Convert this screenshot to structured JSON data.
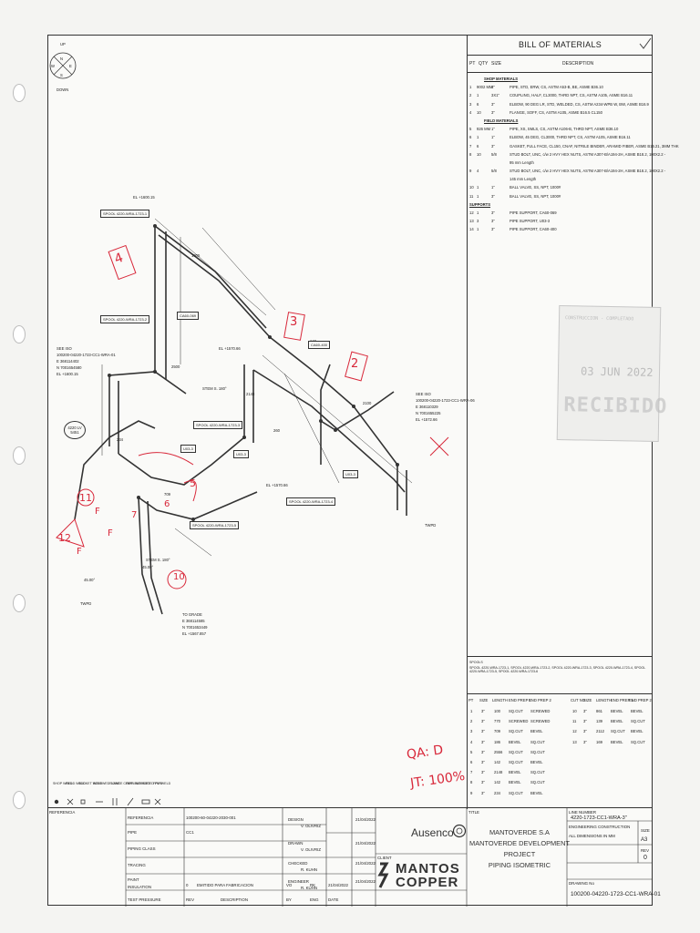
{
  "north": {
    "up": "UP",
    "down": "DOWN",
    "n": "N",
    "e": "E",
    "s": "S",
    "w": "W"
  },
  "bom": {
    "title": "BILL OF MATERIALS",
    "headers": {
      "pt": "PT",
      "qty": "QTY",
      "size": "SIZE",
      "desc": "DESCRIPTION"
    },
    "shop_title": "SHOP MATERIALS",
    "shop": [
      {
        "pt": "1",
        "qty": "9002 MM",
        "size": "3\"",
        "desc": "PIPE, STD, ERW, CS, ASTM A53-B, BE, ASME B36.10"
      },
      {
        "pt": "2",
        "qty": "1",
        "size": "3X1\"",
        "desc": "COUPLING, HALF, CL3000, THRD NPT, CS, ASTM A105, ASME B16.11"
      },
      {
        "pt": "3",
        "qty": "6",
        "size": "3\"",
        "desc": "ELBOW, 90 DEG LR, STD, WELDED, CS, ASTM A234-WPB W, BW, ASME B16.9"
      },
      {
        "pt": "4",
        "qty": "10",
        "size": "3\"",
        "desc": "FLANGE, SOFF, CS, ASTM A105, ASME B16.5 CL150"
      }
    ],
    "field_title": "FIELD MATERIALS",
    "field": [
      {
        "pt": "5",
        "qty": "926 MM",
        "size": "1\"",
        "desc": "PIPE, XS, SMLS, CS, ASTM A106-B, THRD NPT, ASME B36.10"
      },
      {
        "pt": "6",
        "qty": "1",
        "size": "1\"",
        "desc": "ELBOW, 45 DEG, CL3000, THRD NPT, CS, ASTM A105, ASME B16.11"
      },
      {
        "pt": "7",
        "qty": "6",
        "size": "3\"",
        "desc": "GASKET, FULL FACE, CL150, CNAF, NITRILE BINDER, ARAMID FIBER, ASME B16.21, 3MM THK"
      },
      {
        "pt": "8",
        "qty": "10",
        "size": "5/8",
        "desc": "STUD BOLT, UNC, c/w 2 HVY HEX NUTS, ASTM A307-B/A194-2H, ASME B18.2, 100X2.2 -"
      },
      {
        "pt": "",
        "qty": "",
        "size": "",
        "desc": "95 mm Length"
      },
      {
        "pt": "9",
        "qty": "4",
        "size": "5/8",
        "desc": "STUD BOLT, UNC, c/w 2 HVY HEX NUTS, ASTM A307-B/A194-2H, ASME B18.2, 100X2.2 -"
      },
      {
        "pt": "",
        "qty": "",
        "size": "",
        "desc": "145 mm Length"
      },
      {
        "pt": "10",
        "qty": "1",
        "size": "1\"",
        "desc": "BALL VALVE, SS, NPT, 1000#"
      },
      {
        "pt": "11",
        "qty": "1",
        "size": "3\"",
        "desc": "BALL VALVE, SS, NPT, 1000#"
      }
    ],
    "supports_title": "SUPPORTS",
    "supports": [
      {
        "pt": "12",
        "qty": "1",
        "size": "3\"",
        "desc": "PIPE SUPPORT, CA60-069"
      },
      {
        "pt": "13",
        "qty": "3",
        "size": "3\"",
        "desc": "PIPE SUPPORT, U03-3"
      },
      {
        "pt": "14",
        "qty": "1",
        "size": "3\"",
        "desc": "PIPE SUPPORT, CA60-400"
      }
    ]
  },
  "stamp": {
    "line1": "CONSTRUCCION - COMPLETADO",
    "date": "03 JUN 2022",
    "word": "RECIBIDO"
  },
  "spools": {
    "title": "SPOOLS",
    "list": "SPOOL 4220-WRA-1723-1, SPOOL 4220-WRA-1723-2, SPOOL 4220-WRA-1723-3, SPOOL 4220-WRA-1723-4, SPOOL 4220-WRA-1723-5, SPOOL 4220-WRA-1723-6",
    "headers": [
      "PT",
      "SIZE",
      "LENGTH",
      "END PREP 1",
      "END PREP 2",
      "CUT NO",
      "SIZE",
      "LENGTH",
      "END PREP 1",
      "END PREP 2"
    ],
    "left": [
      [
        "1",
        "3\"",
        "100",
        "SQ.CUT",
        "SCREWED"
      ],
      [
        "2",
        "3\"",
        "770",
        "SCREWED",
        "SCREWED"
      ],
      [
        "3",
        "3\"",
        "709",
        "SQ.CUT",
        "BEVEL"
      ],
      [
        "4",
        "3\"",
        "186",
        "BEVEL",
        "SQ.CUT"
      ],
      [
        "5",
        "3\"",
        "2556",
        "SQ.CUT",
        "SQ.CUT"
      ],
      [
        "6",
        "3\"",
        "142",
        "SQ.CUT",
        "BEVEL"
      ],
      [
        "7",
        "3\"",
        "2148",
        "BEVEL",
        "SQ.CUT"
      ],
      [
        "8",
        "3\"",
        "142",
        "BEVEL",
        "SQ.CUT"
      ],
      [
        "9",
        "3\"",
        "234",
        "SQ.CUT",
        "BEVEL"
      ]
    ],
    "right": [
      [
        "10",
        "3\"",
        "861",
        "BEVEL",
        "BEVEL"
      ],
      [
        "11",
        "3\"",
        "139",
        "BEVEL",
        "SQ.CUT"
      ],
      [
        "12",
        "3\"",
        "2112",
        "SQ.CUT",
        "BEVEL"
      ],
      [
        "13",
        "3\"",
        "169",
        "BEVEL",
        "SQ.CUT"
      ]
    ]
  },
  "legend": [
    "SHOP WELD",
    "FIELD WELD",
    "SOCKET WELD",
    "SCREWED JOINT",
    "FLANGE COUPLING",
    "PIPE SUPPORT",
    "LAGGED PIPE",
    "FFW WELD"
  ],
  "iso": {
    "spool1": "SPOOL 4220-WRA-1723-1",
    "spool2": "SPOOL 4220-WRA-1723-2",
    "spool3": "SPOOL 4220-WRA-1723-3",
    "spool4": "SPOOL 4220-WRA-1723-4",
    "spool5": "SPOOL 4220-WRA-1723-5",
    "el_top": "EL +1600.15",
    "see_iso_left": "SEE ISO",
    "see_iso_left_ref": "100200-04220-1723-CC1-WRA-01",
    "coord_e1": "E 368114402",
    "coord_n1": "N 7001654580",
    "el_left": "EL +1600.15",
    "see_iso_right": "SEE ISO",
    "see_iso_right_ref": "100200-04220-1723-CC1-WRA-06",
    "coord_e2": "E 368110329",
    "coord_n2": "N 7001655225",
    "el_right": "EL +1572.66",
    "tag": "4220 LV 5451",
    "el_bottom": "EL +1570.66",
    "to_grade": "TO GRADE",
    "coord_e3": "E 368114585",
    "coord_n3": "N 7001653449",
    "el_grade": "EL +1567.857",
    "angle1": "45.00°",
    "angle2": "45.00°",
    "twpd": "TWPD",
    "twpd2": "TWPD",
    "stem": "STEM S. 180°",
    "stem2": "STEM S. 180°",
    "el_mid": "EL +1570.66",
    "dims": [
      "1905",
      "2500",
      "2100",
      "2148",
      "142",
      "260",
      "234",
      "709"
    ],
    "tags": [
      "CA60-069",
      "CA60-400",
      "U03-3",
      "U03-3",
      "U03-3"
    ]
  },
  "markup": {
    "qa": "QA: D",
    "jt": "JT: 100%",
    "f1": "F",
    "f2": "F",
    "f3": "F",
    "nums": [
      "4",
      "3",
      "2",
      "11",
      "12",
      "10",
      "5",
      "6",
      "7"
    ]
  },
  "title_block": {
    "client_label": "CLIENT",
    "title_label": "TITLE",
    "proj1": "MANTOVERDE S.A",
    "proj2": "MANTOVERDE DEVELOPMENT PROJECT",
    "proj3": "PIPING ISOMETRIC",
    "ausenco": "Ausenco",
    "mantos1": "MANTOS",
    "mantos2": "COPPER",
    "line_number_label": "LINE NUMBER",
    "line_number": "4220-1723-CC1-WRA-3\"",
    "sub": "ENGINEERING CONSTRUCTION",
    "sub2": "ALL DIMENSIONS IN MM",
    "size_label": "SIZE",
    "size": "A3",
    "rev_label": "REV",
    "rev": "0",
    "drawing_label": "DRAWING No",
    "drawing_no": "100200-04220-1723-CC1-WRA-01",
    "design": "DESIGN",
    "drawn": "DRAWN",
    "checked": "CHECKED",
    "engineer": "ENGINEER",
    "designer": "V. OLIVRIZ",
    "checker": "R. KUHN",
    "date": "21/04/2022",
    "rev_row_rev": "0",
    "rev_row_desc": "EMITIDO PARA FABRICACION",
    "rev_row_by": "VO",
    "rev_row_chk": "RK",
    "rev_row_date": "21/04/2022",
    "rev_hdr": "REV",
    "desc_hdr": "DESCRIPTION",
    "by_hdr": "BY",
    "eng_hdr": "ENG",
    "date_hdr": "DATE",
    "info_labels": [
      "REFERENCIA",
      "PIPE",
      "PIPING CLASS",
      "TRACING",
      "PAINT",
      "INSULATION",
      "TEST PRESSURE"
    ],
    "info_vals": [
      "100200-60-04220-2030-001",
      "CC1",
      "",
      "",
      "",
      "",
      ""
    ]
  }
}
